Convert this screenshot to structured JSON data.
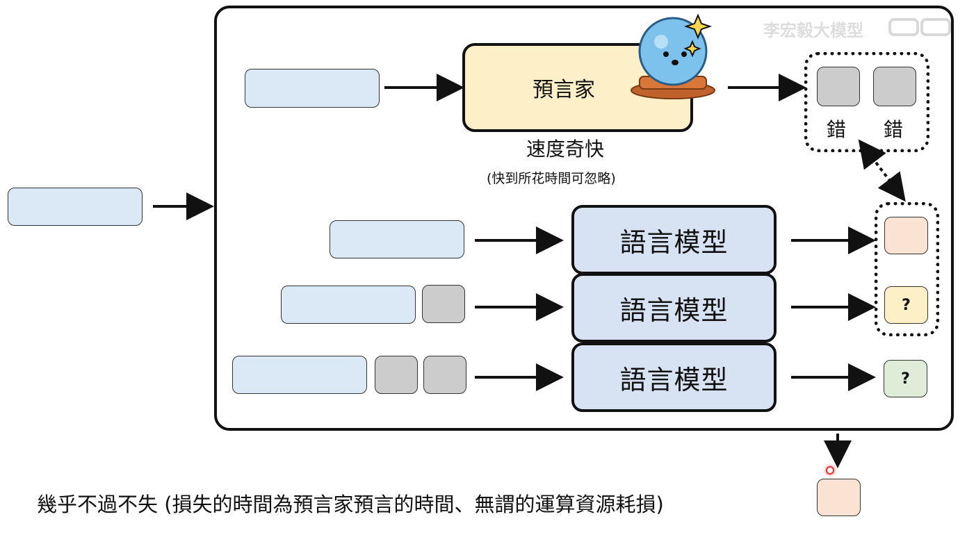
{
  "oracle": {
    "label": "預言家",
    "speed_label": "速度奇快",
    "speed_note": "(快到所花時間可忽略)"
  },
  "oracle_outputs": [
    "錯",
    "錯"
  ],
  "model_label": "語言模型",
  "answers": [
    "?",
    "?"
  ],
  "summary": "幾乎不過不失 (損失的時間為預言家預言的時間、無謂的運算資源耗損)",
  "watermark": "李宏毅大模型"
}
